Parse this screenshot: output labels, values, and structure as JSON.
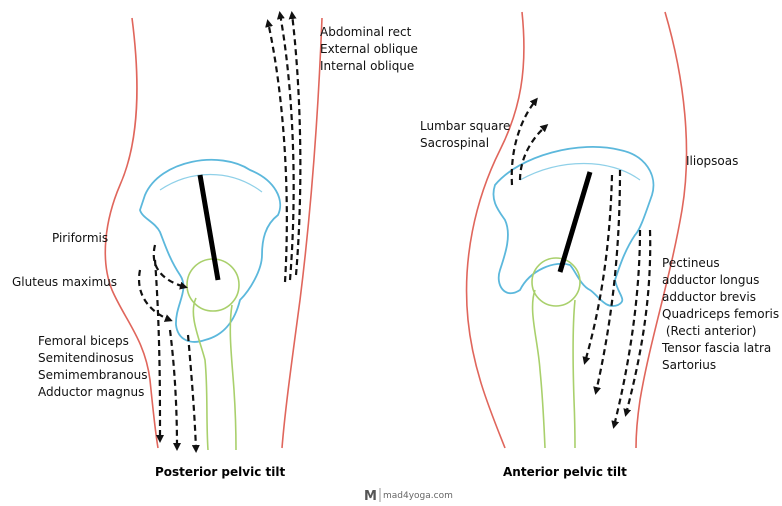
{
  "posterior": {
    "caption": "Posterior pelvic tilt",
    "labels_top": [
      "Abdominal rect",
      "External oblique",
      "Internal oblique"
    ],
    "piriformis": "Piriformis",
    "gluteus": "Gluteus maximus",
    "labels_bottom": [
      "Femoral biceps",
      "Semitendinosus",
      "Semimembranous",
      "Adductor magnus"
    ]
  },
  "anterior": {
    "caption": "Anterior pelvic tilt",
    "labels_top": [
      "Lumbar square",
      "Sacrospinal"
    ],
    "iliopsoas": "Iliopsoas",
    "labels_right": [
      "Pectineus",
      "adductor longus",
      "adductor brevis",
      "Quadriceps femoris",
      " (Recti anterior)",
      "Tensor fascia latra",
      "Sartorius"
    ]
  },
  "watermark": {
    "logo": "M",
    "text": "mad4yoga.com"
  },
  "colors": {
    "body": "#e0665c",
    "pelvis": "#5cb8dc",
    "femur": "#a9d06c",
    "arrows": "#111111"
  }
}
